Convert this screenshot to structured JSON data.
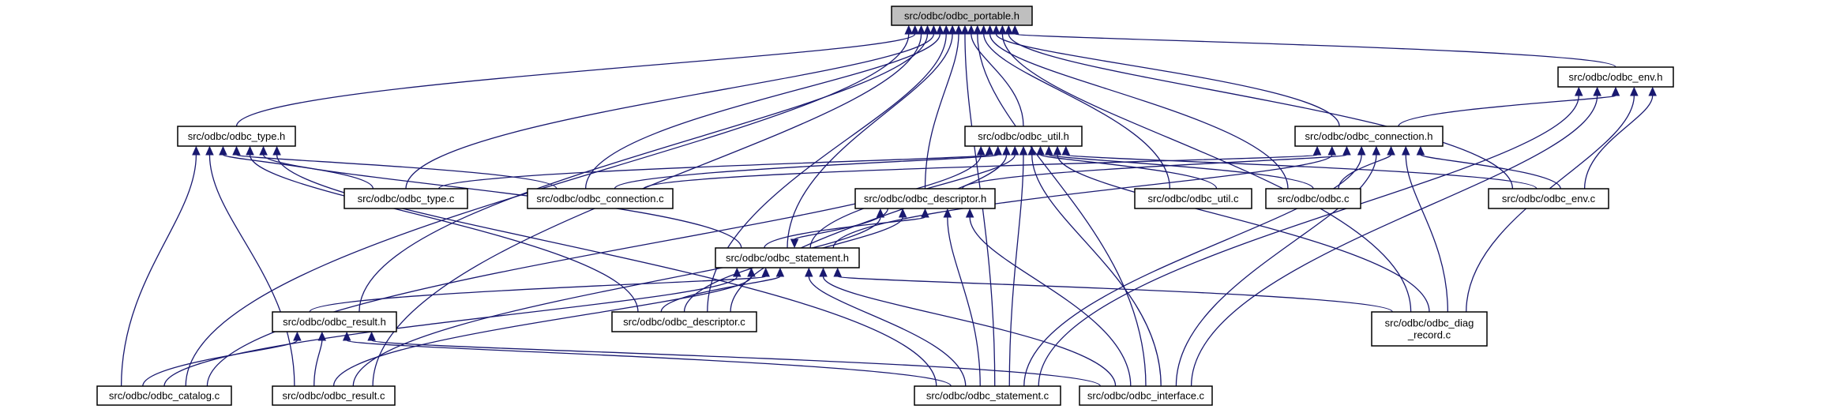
{
  "diagram": {
    "edge_color": "#191970",
    "root_fill": "#bfbfbf",
    "nodes": [
      {
        "id": "portable_h",
        "label": [
          "src/odbc/odbc_portable.h"
        ],
        "root": true
      },
      {
        "id": "env_h",
        "label": [
          "src/odbc/odbc_env.h"
        ]
      },
      {
        "id": "type_h",
        "label": [
          "src/odbc/odbc_type.h"
        ]
      },
      {
        "id": "util_h",
        "label": [
          "src/odbc/odbc_util.h"
        ]
      },
      {
        "id": "connection_h",
        "label": [
          "src/odbc/odbc_connection.h"
        ]
      },
      {
        "id": "descriptor_h",
        "label": [
          "src/odbc/odbc_descriptor.h"
        ]
      },
      {
        "id": "type_c",
        "label": [
          "src/odbc/odbc_type.c"
        ]
      },
      {
        "id": "connection_c",
        "label": [
          "src/odbc/odbc_connection.c"
        ]
      },
      {
        "id": "util_c",
        "label": [
          "src/odbc/odbc_util.c"
        ]
      },
      {
        "id": "odbc_c",
        "label": [
          "src/odbc/odbc.c"
        ]
      },
      {
        "id": "env_c",
        "label": [
          "src/odbc/odbc_env.c"
        ]
      },
      {
        "id": "statement_h",
        "label": [
          "src/odbc/odbc_statement.h"
        ]
      },
      {
        "id": "result_h",
        "label": [
          "src/odbc/odbc_result.h"
        ]
      },
      {
        "id": "descriptor_c",
        "label": [
          "src/odbc/odbc_descriptor.c"
        ]
      },
      {
        "id": "diag_record_c",
        "label": [
          "src/odbc/odbc_diag",
          "_record.c"
        ]
      },
      {
        "id": "catalog_c",
        "label": [
          "src/odbc/odbc_catalog.c"
        ]
      },
      {
        "id": "result_c",
        "label": [
          "src/odbc/odbc_result.c"
        ]
      },
      {
        "id": "statement_c",
        "label": [
          "src/odbc/odbc_statement.c"
        ]
      },
      {
        "id": "interface_c",
        "label": [
          "src/odbc/odbc_interface.c"
        ]
      }
    ],
    "edges": [
      [
        "env_h",
        "portable_h"
      ],
      [
        "type_h",
        "portable_h"
      ],
      [
        "util_h",
        "portable_h"
      ],
      [
        "connection_h",
        "portable_h"
      ],
      [
        "descriptor_h",
        "portable_h"
      ],
      [
        "type_c",
        "portable_h"
      ],
      [
        "connection_c",
        "portable_h"
      ],
      [
        "util_c",
        "portable_h"
      ],
      [
        "odbc_c",
        "portable_h"
      ],
      [
        "env_c",
        "portable_h"
      ],
      [
        "statement_h",
        "portable_h"
      ],
      [
        "result_h",
        "portable_h"
      ],
      [
        "descriptor_c",
        "portable_h"
      ],
      [
        "diag_record_c",
        "portable_h"
      ],
      [
        "catalog_c",
        "portable_h"
      ],
      [
        "result_c",
        "portable_h"
      ],
      [
        "statement_c",
        "portable_h"
      ],
      [
        "interface_c",
        "portable_h"
      ],
      [
        "connection_h",
        "env_h"
      ],
      [
        "env_c",
        "env_h"
      ],
      [
        "diag_record_c",
        "env_h"
      ],
      [
        "statement_c",
        "env_h"
      ],
      [
        "interface_c",
        "env_h"
      ],
      [
        "type_c",
        "type_h"
      ],
      [
        "connection_c",
        "type_h"
      ],
      [
        "statement_h",
        "type_h"
      ],
      [
        "descriptor_c",
        "type_h"
      ],
      [
        "catalog_c",
        "type_h"
      ],
      [
        "result_c",
        "type_h"
      ],
      [
        "statement_c",
        "type_h"
      ],
      [
        "type_c",
        "util_h"
      ],
      [
        "connection_c",
        "util_h"
      ],
      [
        "util_c",
        "util_h"
      ],
      [
        "odbc_c",
        "util_h"
      ],
      [
        "env_c",
        "util_h"
      ],
      [
        "statement_h",
        "util_h"
      ],
      [
        "descriptor_c",
        "util_h"
      ],
      [
        "diag_record_c",
        "util_h"
      ],
      [
        "catalog_c",
        "util_h"
      ],
      [
        "statement_c",
        "util_h"
      ],
      [
        "interface_c",
        "util_h"
      ],
      [
        "connection_c",
        "connection_h"
      ],
      [
        "descriptor_h",
        "connection_h"
      ],
      [
        "statement_h",
        "connection_h"
      ],
      [
        "odbc_c",
        "connection_h"
      ],
      [
        "env_c",
        "connection_h"
      ],
      [
        "diag_record_c",
        "connection_h"
      ],
      [
        "statement_c",
        "connection_h"
      ],
      [
        "interface_c",
        "connection_h"
      ],
      [
        "statement_h",
        "descriptor_h"
      ],
      [
        "descriptor_c",
        "descriptor_h"
      ],
      [
        "result_c",
        "descriptor_h"
      ],
      [
        "statement_c",
        "descriptor_h"
      ],
      [
        "interface_c",
        "descriptor_h"
      ],
      [
        "descriptor_h",
        "statement_h"
      ],
      [
        "result_h",
        "statement_h"
      ],
      [
        "descriptor_c",
        "statement_h"
      ],
      [
        "diag_record_c",
        "statement_h"
      ],
      [
        "catalog_c",
        "statement_h"
      ],
      [
        "result_c",
        "statement_h"
      ],
      [
        "statement_c",
        "statement_h"
      ],
      [
        "interface_c",
        "statement_h"
      ],
      [
        "catalog_c",
        "result_h"
      ],
      [
        "result_c",
        "result_h"
      ],
      [
        "statement_c",
        "result_h"
      ],
      [
        "interface_c",
        "result_h"
      ]
    ]
  }
}
